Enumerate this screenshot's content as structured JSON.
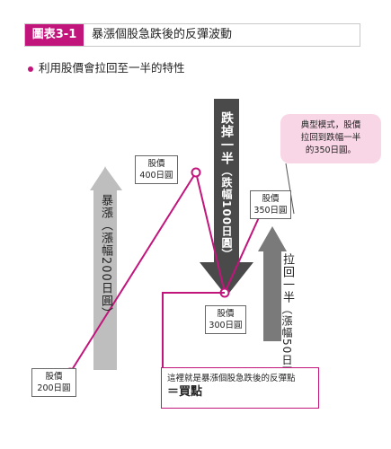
{
  "header": {
    "tag": "圖表3-1",
    "title": "暴漲個股急跌後的反彈波動"
  },
  "bullet": "利用股價會拉回至一半的特性",
  "points": {
    "p200": {
      "line1": "股價",
      "line2": "200日圓"
    },
    "p400": {
      "line1": "股價",
      "line2": "400日圓"
    },
    "p300": {
      "line1": "股價",
      "line2": "300日圓"
    },
    "p350": {
      "line1": "股價",
      "line2": "350日圓"
    }
  },
  "arrows": {
    "surge": {
      "main": "暴漲",
      "sub": "（漲幅200日圓）"
    },
    "drop": {
      "main": "跌掉一半",
      "sub": "（跌幅100日圓）"
    },
    "rebound": {
      "main": "拉回一半",
      "sub": "（漲幅50日圓）"
    }
  },
  "callout": {
    "line1": "典型模式，股價",
    "line2": "拉回到跌幅一半",
    "line3": "的350日圓。"
  },
  "conclusion": {
    "line1": "這裡就是暴漲個股急跌後的反彈點",
    "line2": "＝買點"
  },
  "colors": {
    "accent": "#c2157c",
    "gray_arrow": "#bdbdbd",
    "dark_arrow": "#4a4a4a",
    "mid_arrow": "#7a7a7a",
    "callout_bg": "#f8d6e6"
  }
}
